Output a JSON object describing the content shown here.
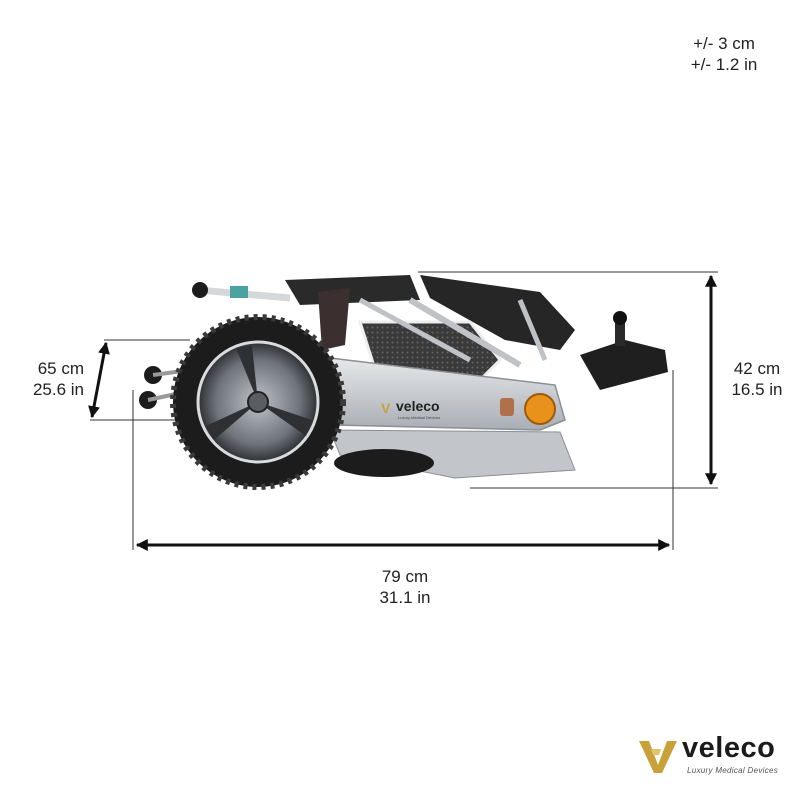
{
  "tolerance": {
    "cm": "+/- 3 cm",
    "in": "+/- 1.2 in"
  },
  "dimensions": {
    "height": {
      "cm": "42 cm",
      "in": "16.5 in"
    },
    "depth": {
      "cm": "65 cm",
      "in": "25.6 in"
    },
    "length": {
      "cm": "79 cm",
      "in": "31.1 in"
    }
  },
  "product": {
    "frame_logo_text": "veleco",
    "frame_logo_tagline": "Luxury Medical Devices"
  },
  "brand": {
    "name": "veleco",
    "tagline": "Luxury Medical Devices"
  },
  "colors": {
    "gold": "#c9a13a",
    "reflector": "#e8921c",
    "frame": "#c8ccd0",
    "tire": "#1c1c1c",
    "dimension_lines": "#111111"
  }
}
